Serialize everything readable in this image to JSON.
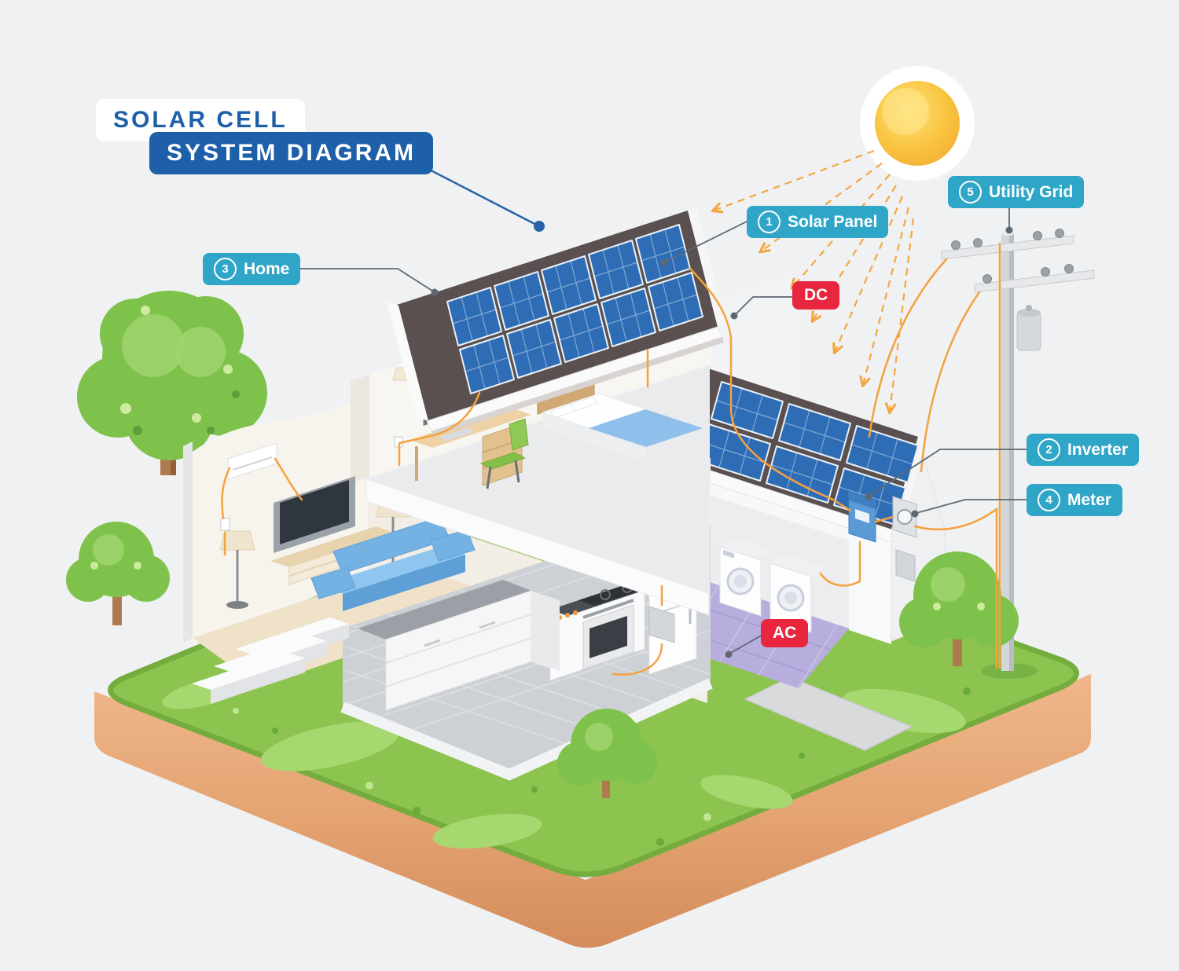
{
  "title": {
    "line1": "SOLAR CELL",
    "line2": "SYSTEM DIAGRAM"
  },
  "callouts": [
    {
      "num": "1",
      "text": "Solar Panel"
    },
    {
      "num": "2",
      "text": "Inverter"
    },
    {
      "num": "3",
      "text": "Home"
    },
    {
      "num": "4",
      "text": "Meter"
    },
    {
      "num": "5",
      "text": "Utility Grid"
    }
  ],
  "labels": {
    "dc": "DC",
    "ac": "AC"
  },
  "colors": {
    "callout_teal": "#2fa6c7",
    "badge_red": "#e8273f",
    "title_blue": "#1d5fa8",
    "wire_orange": "#f5a13e",
    "panel_blue": "#2e6db6",
    "roof_dark": "#59504f",
    "grass_green": "#8cc44f",
    "soil_tan": "#e9ab7d",
    "sun_yellow": "#f9c440",
    "background": "#eff1f2"
  }
}
